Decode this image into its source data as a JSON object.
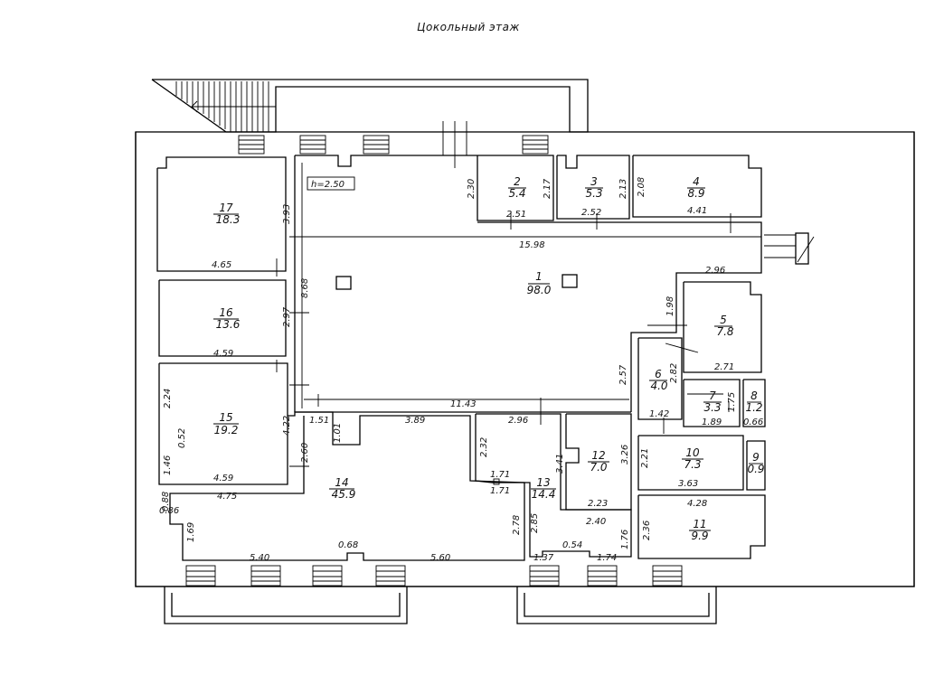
{
  "title": "Цокольный этаж",
  "height_label": "h=2.50",
  "rooms": [
    {
      "num": "1",
      "area": "98.0"
    },
    {
      "num": "2",
      "area": "5.4"
    },
    {
      "num": "3",
      "area": "5.3"
    },
    {
      "num": "4",
      "area": "8.9"
    },
    {
      "num": "5",
      "area": "7.8"
    },
    {
      "num": "6",
      "area": "4.0"
    },
    {
      "num": "7",
      "area": "3.3"
    },
    {
      "num": "8",
      "area": "1.2"
    },
    {
      "num": "9",
      "area": "0.9"
    },
    {
      "num": "10",
      "area": "7.3"
    },
    {
      "num": "11",
      "area": "9.9"
    },
    {
      "num": "12",
      "area": "7.0"
    },
    {
      "num": "13",
      "area": "14.4"
    },
    {
      "num": "14",
      "area": "45.9"
    },
    {
      "num": "15",
      "area": "19.2"
    },
    {
      "num": "16",
      "area": "13.6"
    },
    {
      "num": "17",
      "area": "18.3"
    }
  ],
  "dimensions": [
    "2.30",
    "2.17",
    "2.13",
    "2.08",
    "2.51",
    "2.52",
    "4.41",
    "15.98",
    "2.96",
    "3.93",
    "4.65",
    "8.68",
    "2.97",
    "4.59",
    "1.98",
    "2.57",
    "2.82",
    "1.75",
    "2.71",
    "1.42",
    "1.89",
    "0.66",
    "11.43",
    "1.51",
    "1.01",
    "3.89",
    "2.96",
    "2.24",
    "0.52",
    "4.22",
    "2.60",
    "1.46",
    "4.59",
    "2.32",
    "3.41",
    "3.26",
    "2.21",
    "3.63",
    "1.71",
    "1.71",
    "2.23",
    "4.28",
    "4.75",
    "2.78",
    "2.85",
    "2.40",
    "2.36",
    "0.88",
    "0.86",
    "1.69",
    "5.40",
    "0.68",
    "5.60",
    "1.37",
    "0.54",
    "1.74",
    "1.76"
  ]
}
